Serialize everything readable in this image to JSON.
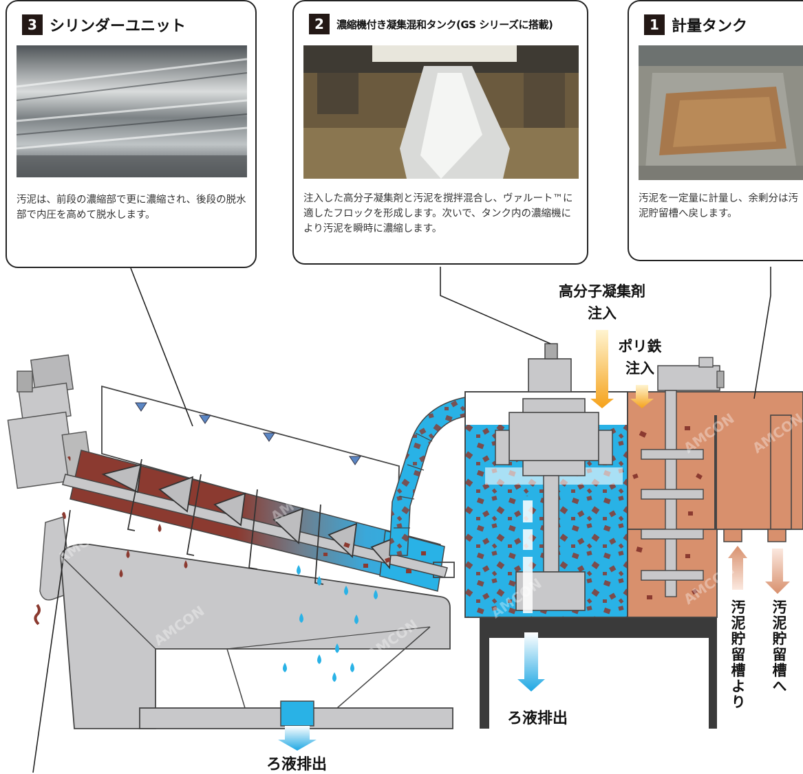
{
  "callouts": [
    {
      "number": "3",
      "title": "シリンダーユニット",
      "desc": "汚泥は、前段の濃縮部で更に濃縮され、後段の脱水部で内圧を高めて脱水します。",
      "photo": "cylinder-screw-photo"
    },
    {
      "number": "2",
      "title": "濃縮機付き凝集混和タンク(GS シリーズに搭載)",
      "desc": "注入した高分子凝集剤と汚泥を撹拌混合し、ヴァルート™に適したフロックを形成します。次いで、タンク内の濃縮機により汚泥を瞬時に濃縮します。",
      "photo": "mixing-tank-photo"
    },
    {
      "number": "1",
      "title": "計量タンク",
      "desc": "汚泥を一定量に計量し、余剰分は汚泥貯留槽へ戻します。",
      "photo": "metering-tank-photo"
    }
  ],
  "labels": {
    "polymer_line1": "高分子凝集剤",
    "polymer_line2": "注入",
    "polyiron_line1": "ポリ鉄",
    "polyiron_line2": "注入",
    "filtrate_left": "ろ液排出",
    "filtrate_right": "ろ液排出",
    "from_storage": "汚泥貯留槽より",
    "to_storage": "汚泥貯留槽へ",
    "watermark": "AMCON"
  },
  "colors": {
    "sludge": "#8b3a30",
    "water": "#29b2e6",
    "tank_sludge": "#d8906d",
    "machine_gray": "#c8c8ca",
    "frame": "#3a3a3a",
    "orange_arrow": "#f5a21b"
  }
}
